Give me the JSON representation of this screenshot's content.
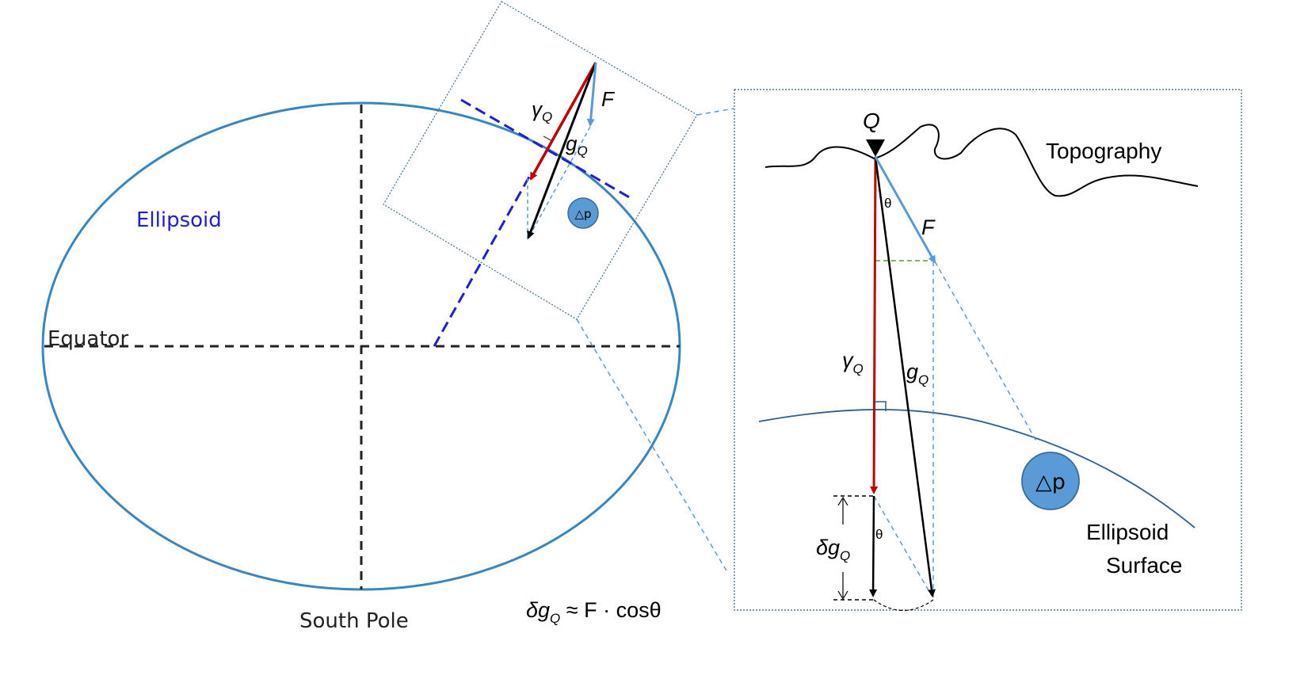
{
  "left_diagram": {
    "ellipsoid_label": "Ellipsoid",
    "equator_label": "Equator",
    "south_pole_label": "South Pole",
    "gamma_label": "γ",
    "gamma_sub": "Q",
    "g_label": "g",
    "g_sub": "Q",
    "f_label": "F",
    "mass_label": "△p",
    "formula": {
      "prefix": "δg",
      "sub": "Q",
      "rest": " ≈ F · cosθ"
    }
  },
  "zoom_diagram": {
    "q_label": "Q",
    "topography_label": "Topography",
    "theta_top": "θ",
    "theta_bottom": "θ",
    "f_label": "F",
    "gamma_label": "γ",
    "gamma_sub": "Q",
    "g_label": "g",
    "g_sub": "Q",
    "delta_label": "δg",
    "delta_sub": "Q",
    "mass_label": "△p",
    "ellipsoid_surface_line1": "Ellipsoid",
    "ellipsoid_surface_line2": "Surface"
  },
  "colors": {
    "ellipse": "#3a87c0",
    "axes": "#222222",
    "tangent": "#1f1fd6",
    "gamma_arrow": "#c00000",
    "f_arrow": "#5b9bd5",
    "g_arrow": "#000000",
    "mass_fill": "#5b9bd5",
    "guide_dashed": "#5b9bd5",
    "green_dashed": "#70ad47",
    "ellipsoid_label": "#2020d0"
  }
}
